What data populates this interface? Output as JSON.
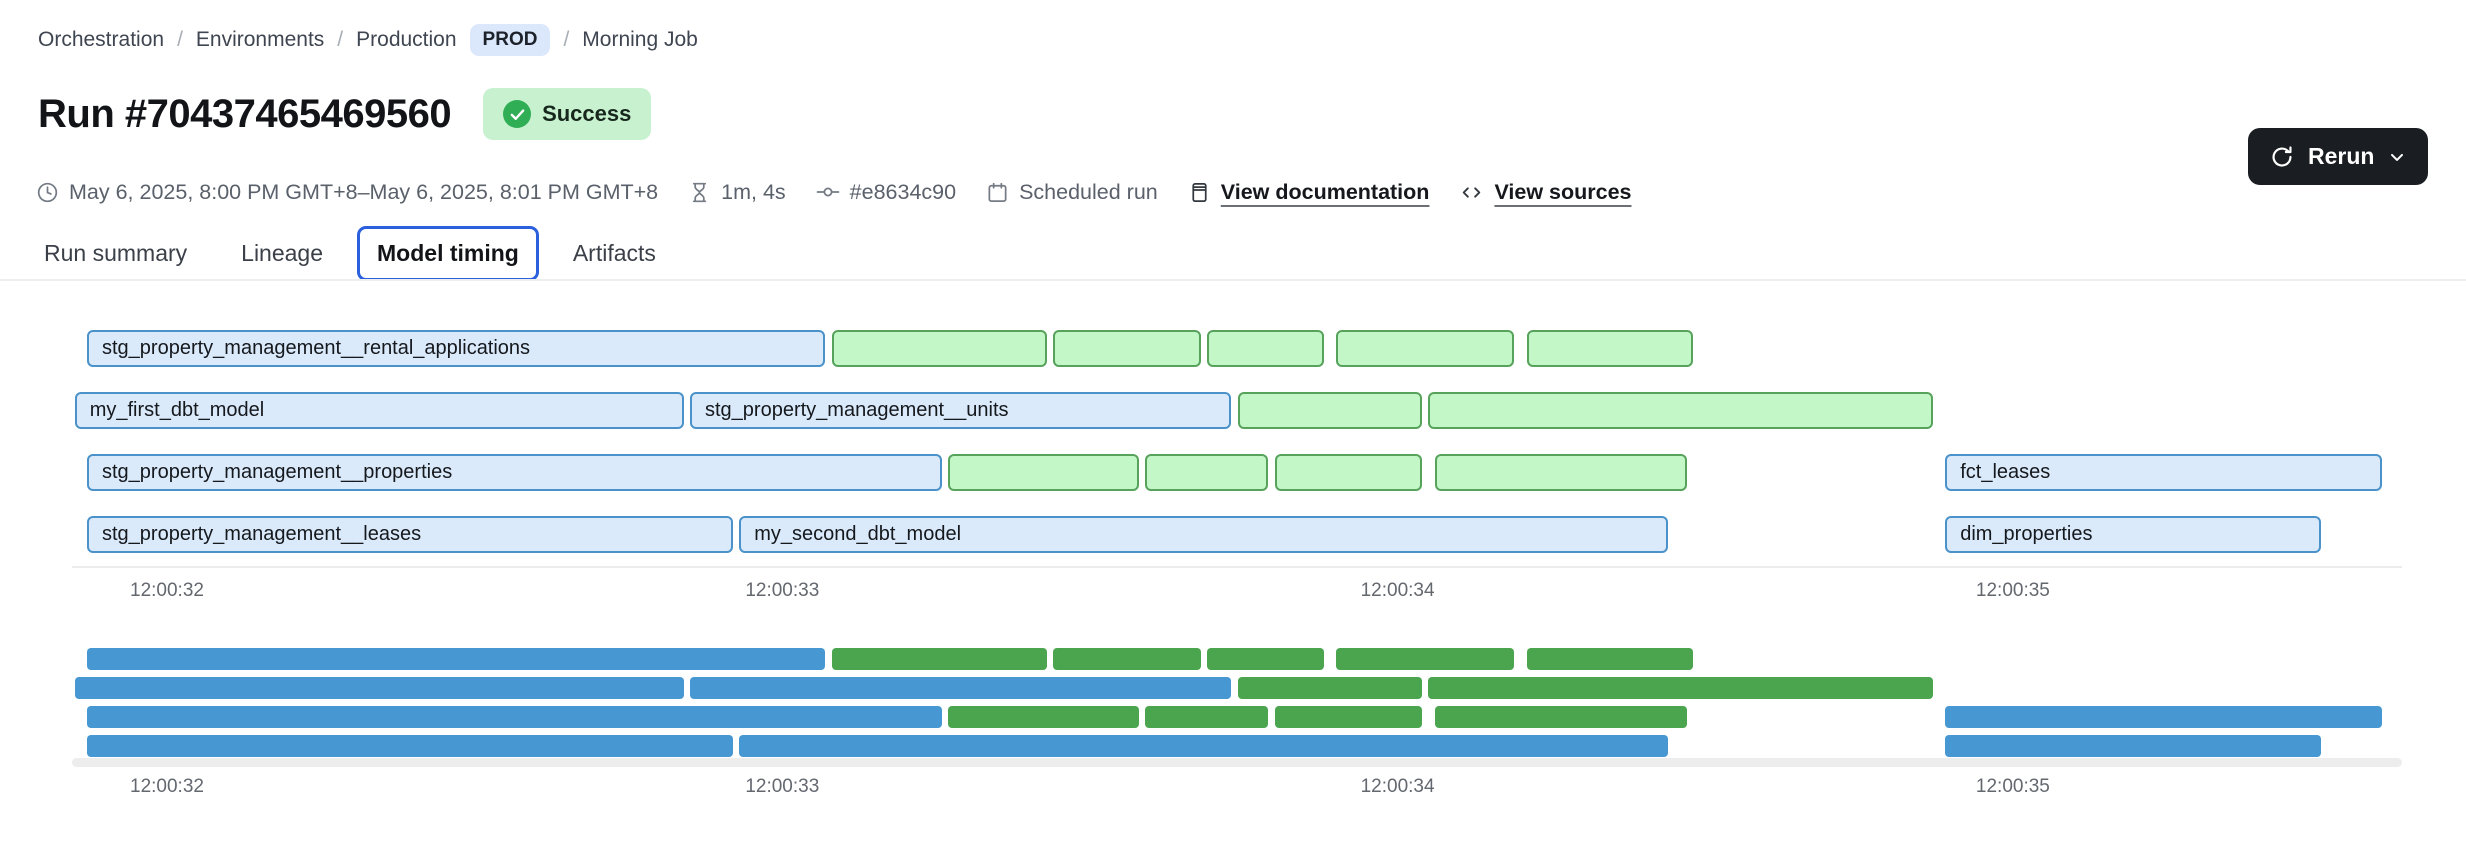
{
  "breadcrumb": {
    "separator": "/",
    "items": [
      "Orchestration",
      "Environments",
      "Production",
      "Morning Job"
    ],
    "env_badge": "PROD"
  },
  "header": {
    "title": "Run #70437465469560",
    "status": {
      "label": "Success",
      "color": "#2fae55",
      "bg": "#c8f2cf"
    }
  },
  "meta": {
    "schedule": "May 6, 2025, 8:00 PM GMT+8–May 6, 2025, 8:01 PM GMT+8",
    "duration": "1m, 4s",
    "commit_sha": "#e8634c90",
    "trigger": "Scheduled run",
    "links": {
      "documentation": "View documentation",
      "sources": "View sources"
    }
  },
  "actions": {
    "rerun_label": "Rerun"
  },
  "tabs": [
    {
      "label": "Run summary",
      "active": false
    },
    {
      "label": "Lineage",
      "active": false
    },
    {
      "label": "Model timing",
      "active": true
    },
    {
      "label": "Artifacts",
      "active": false
    }
  ],
  "chart_data": {
    "type": "gantt",
    "title": "Model timing",
    "x_ticks": {
      "labels": [
        "12:00:32",
        "12:00:33",
        "12:00:34",
        "12:00:35"
      ],
      "times": [
        32,
        33,
        34,
        35
      ]
    },
    "time_unit": "seconds of 12:00 run clock",
    "colors": {
      "bar_blue_fill": "#daeafb",
      "bar_blue_border": "#4a92c9",
      "bar_green_fill": "#c3f7c8",
      "bar_green_border": "#57a35c",
      "minimap_blue": "#4798d2",
      "minimap_green": "#4ba54f"
    },
    "rows": [
      [
        {
          "label": "stg_property_management__rental_applications",
          "color": "blue",
          "start": 31.87,
          "end": 33.07
        },
        {
          "color": "green",
          "start": 33.08,
          "end": 33.43
        },
        {
          "color": "green",
          "start": 33.44,
          "end": 33.68
        },
        {
          "color": "green",
          "start": 33.69,
          "end": 33.88
        },
        {
          "color": "green",
          "start": 33.9,
          "end": 34.19
        },
        {
          "color": "green",
          "start": 34.21,
          "end": 34.48
        }
      ],
      [
        {
          "label": "my_first_dbt_model",
          "color": "blue",
          "start": 31.85,
          "end": 32.84
        },
        {
          "label": "stg_property_management__units",
          "color": "blue",
          "start": 32.85,
          "end": 33.73
        },
        {
          "color": "green",
          "start": 33.74,
          "end": 34.04
        },
        {
          "color": "green",
          "start": 34.05,
          "end": 34.87
        }
      ],
      [
        {
          "label": "stg_property_management__properties",
          "color": "blue",
          "start": 31.87,
          "end": 33.26
        },
        {
          "color": "green",
          "start": 33.27,
          "end": 33.58
        },
        {
          "color": "green",
          "start": 33.59,
          "end": 33.79
        },
        {
          "color": "green",
          "start": 33.8,
          "end": 34.04
        },
        {
          "color": "green",
          "start": 34.06,
          "end": 34.47
        },
        {
          "label": "fct_leases",
          "color": "blue",
          "start": 34.89,
          "end": 35.6
        }
      ],
      [
        {
          "label": "stg_property_management__leases",
          "color": "blue",
          "start": 31.87,
          "end": 32.92
        },
        {
          "label": "my_second_dbt_model",
          "color": "blue",
          "start": 32.93,
          "end": 34.44
        },
        {
          "label": "dim_properties",
          "color": "blue",
          "start": 34.89,
          "end": 35.5
        }
      ]
    ]
  }
}
